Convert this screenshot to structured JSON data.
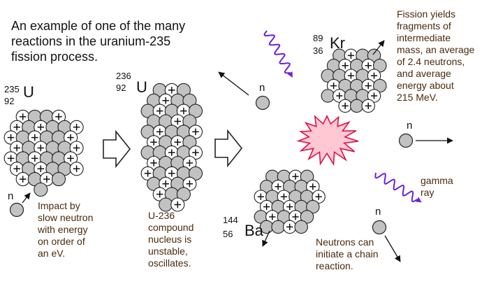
{
  "title": [
    "An example of one of the many",
    "reactions in the uranium-235",
    "fission process."
  ],
  "nuclei": {
    "u235": {
      "mass": "235",
      "atomic": "92",
      "symbol": "U"
    },
    "u236": {
      "mass": "236",
      "atomic": "92",
      "symbol": "U"
    },
    "kr": {
      "mass": "89",
      "atomic": "36",
      "symbol": "Kr"
    },
    "ba": {
      "mass": "144",
      "atomic": "56",
      "symbol": "Ba"
    }
  },
  "neutron_label": "n",
  "notes": {
    "impact": [
      "Impact by",
      "slow neutron",
      "with energy",
      "on order of",
      "an eV."
    ],
    "compound": [
      "U-236",
      "compound",
      "nucleus is",
      "unstable,",
      "oscillates."
    ],
    "yields": [
      "Fission yields",
      "fragments of",
      "intermediate",
      "mass, an average",
      "of 2.4 neutrons,",
      "and average",
      "energy about",
      "215 MeV."
    ],
    "chain": [
      "Neutrons can",
      "initiate a chain",
      "reaction."
    ],
    "gamma": [
      "gamma",
      "ray"
    ]
  },
  "colors": {
    "neutron": "#c2c2c2",
    "proton": "#ffffff",
    "flash_fill": "#ffc8d2",
    "flash_stroke": "#e0104a",
    "gamma_ray": "#6b22dd",
    "note_text": "#4a2a0c"
  }
}
